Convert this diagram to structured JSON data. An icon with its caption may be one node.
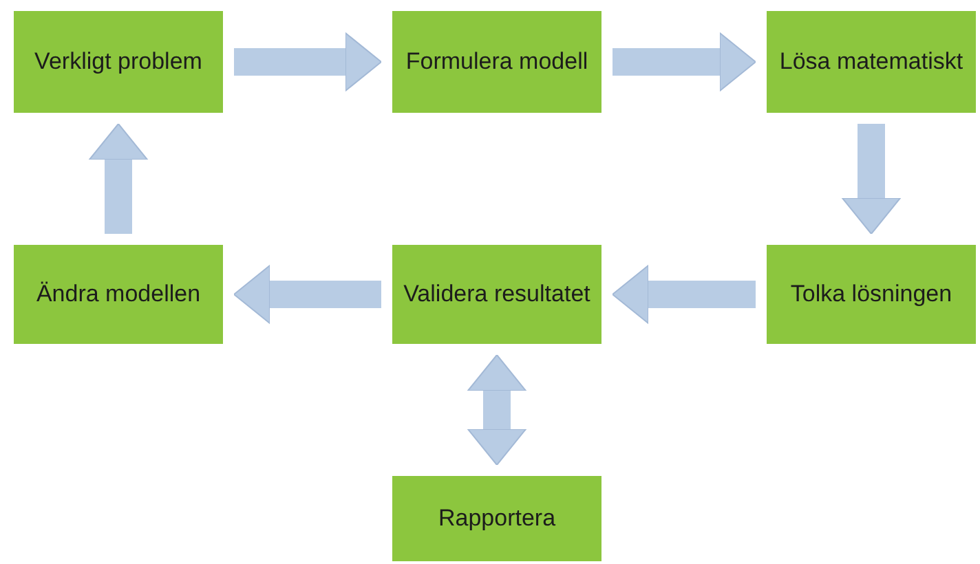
{
  "diagram": {
    "nodes": [
      {
        "text": [
          "Verkligt problem"
        ]
      },
      {
        "text": [
          "Formulera modell"
        ]
      },
      {
        "text": [
          "Lösa matematiskt"
        ]
      },
      {
        "text": [
          "Tolka lösningen"
        ]
      },
      {
        "text": [
          "Validera resultatet"
        ]
      },
      {
        "text": [
          "Ändra modellen"
        ]
      },
      {
        "text": [
          "Rapportera"
        ]
      }
    ],
    "edges": [
      {
        "from": 0,
        "to": 1,
        "arrow": "to"
      },
      {
        "from": 1,
        "to": 2,
        "arrow": "to"
      },
      {
        "from": 2,
        "to": 3,
        "arrow": "to"
      },
      {
        "from": 3,
        "to": 4,
        "arrow": "to"
      },
      {
        "from": 4,
        "to": 5,
        "arrow": "to"
      },
      {
        "from": 5,
        "to": 0,
        "arrow": "to"
      },
      {
        "from": 4,
        "to": 6,
        "arrow": "both"
      }
    ]
  }
}
